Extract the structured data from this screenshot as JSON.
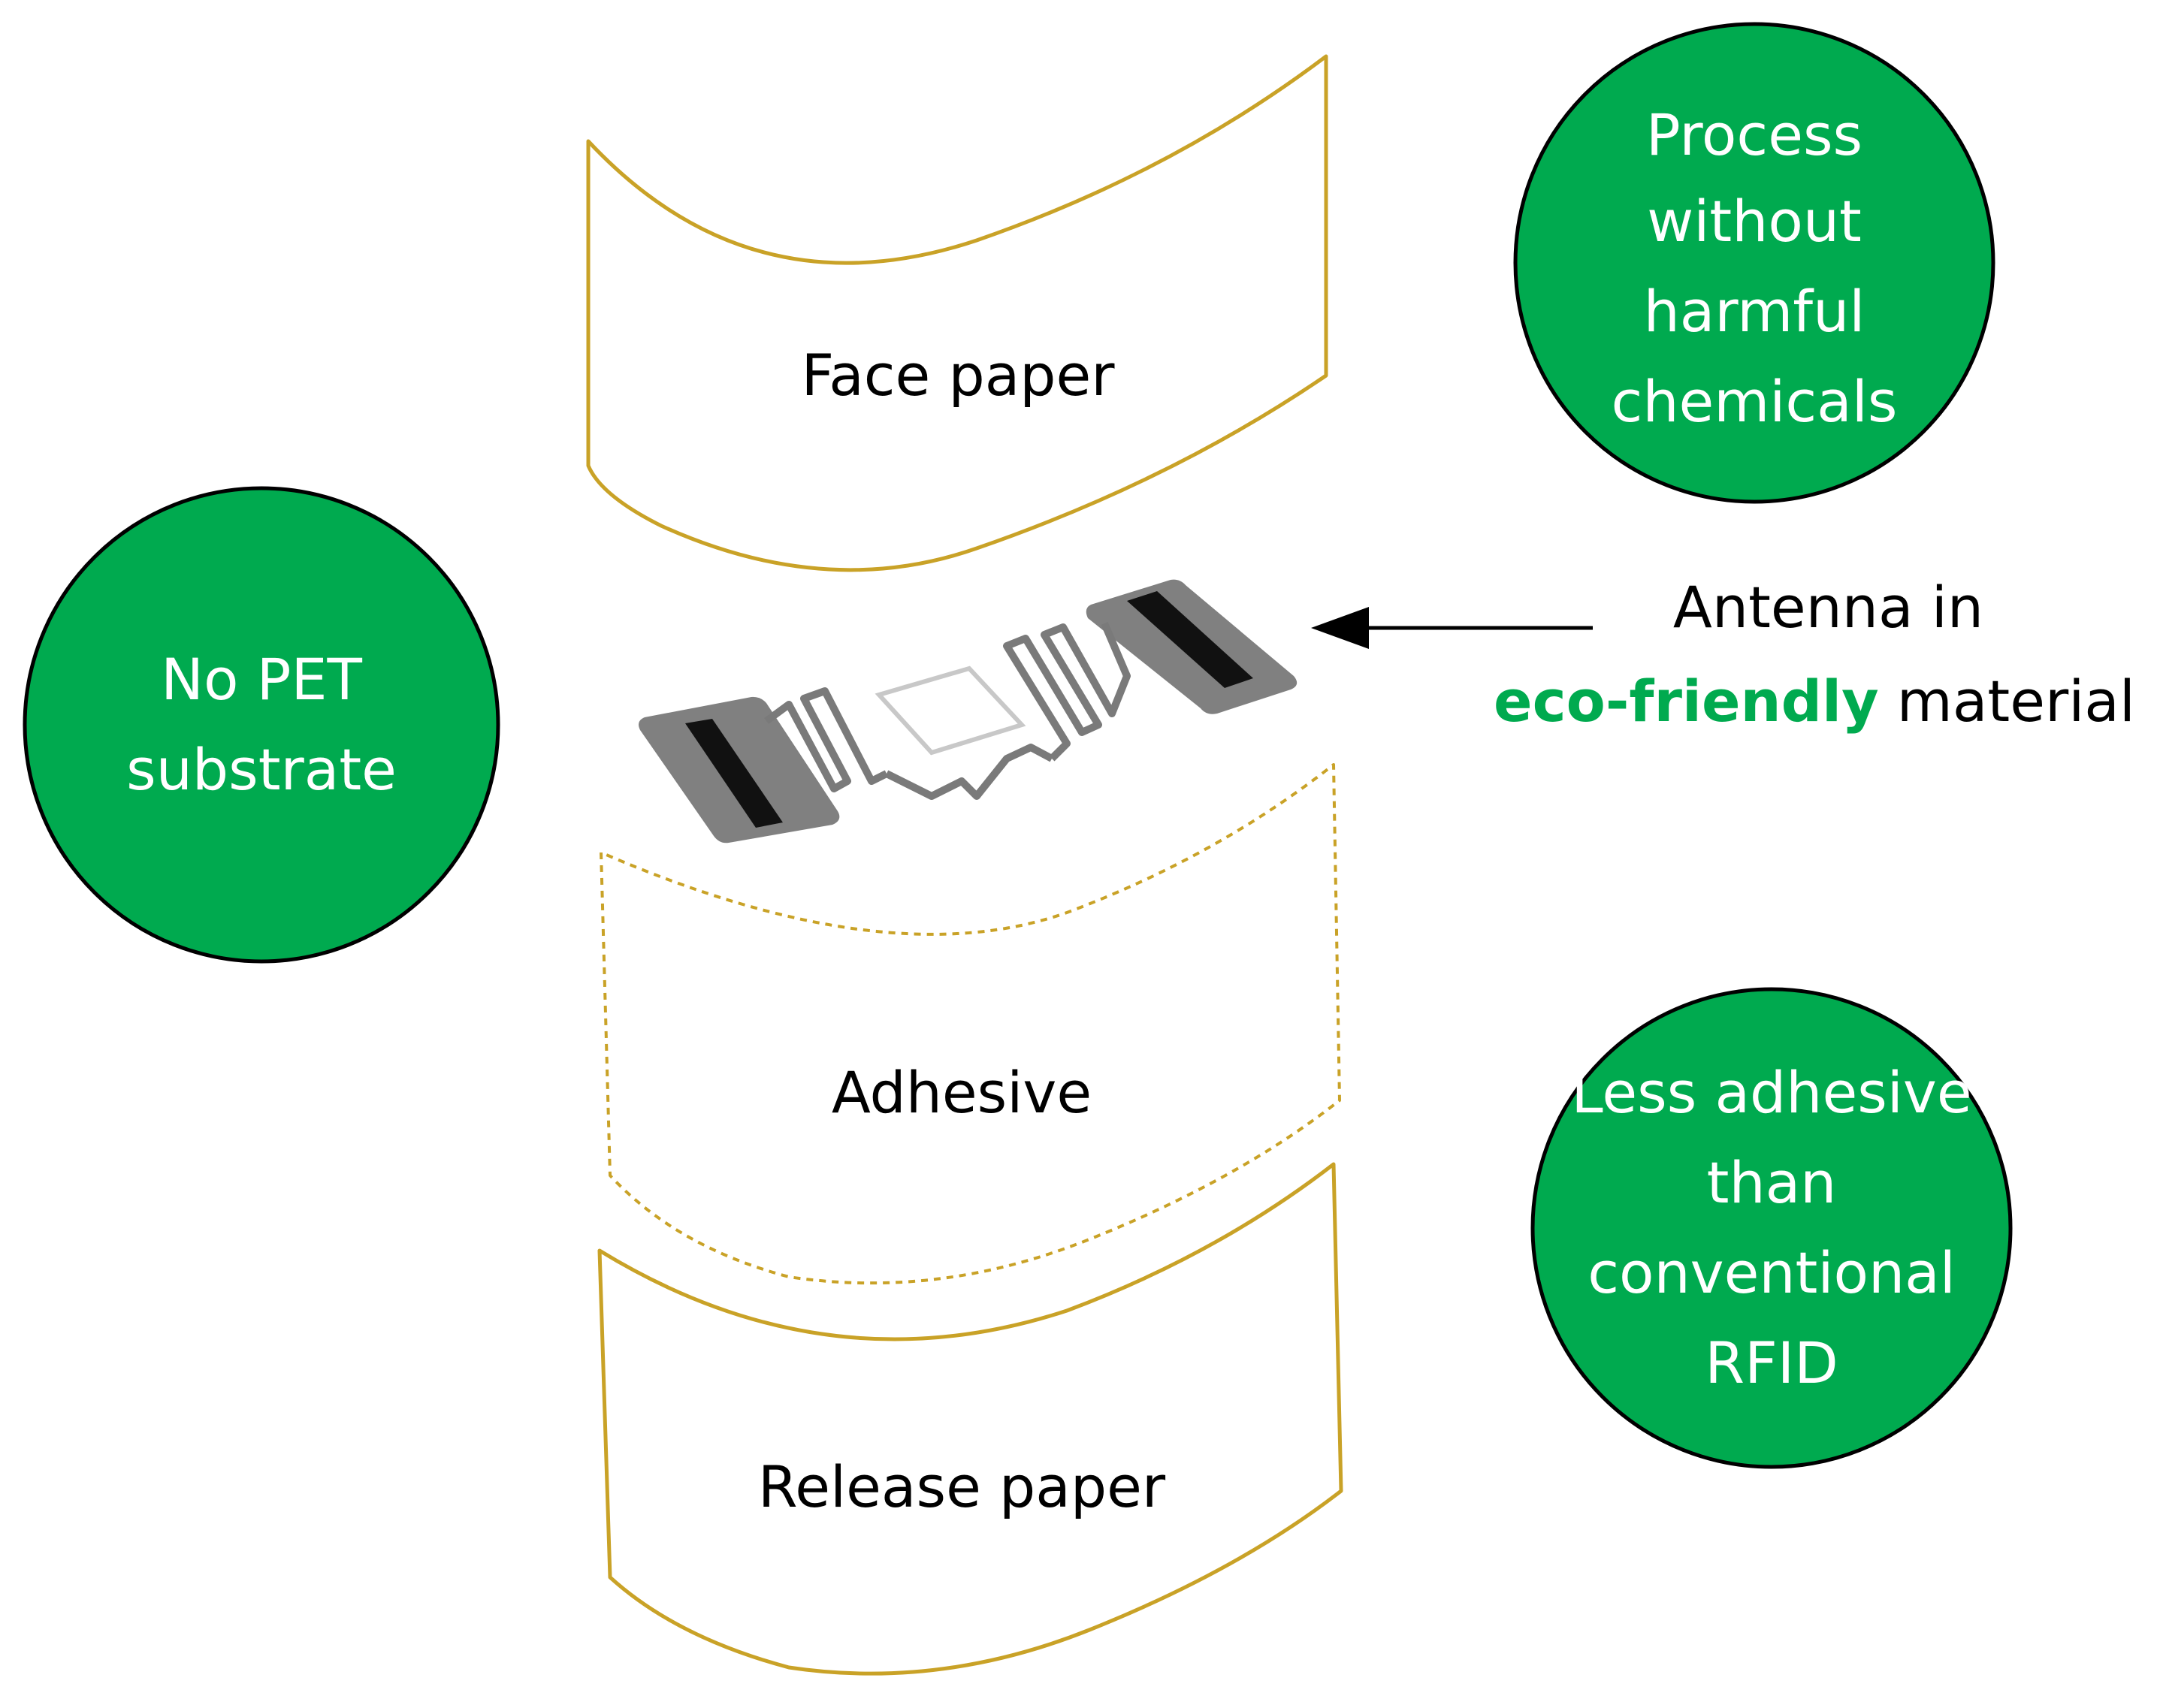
{
  "layers": {
    "face_paper": "Face paper",
    "adhesive": "Adhesive",
    "release_paper": "Release paper"
  },
  "circles": {
    "chemicals": [
      "Process",
      "without",
      "harmful",
      "chemicals"
    ],
    "pet": [
      "No PET",
      "substrate"
    ],
    "adhesive": [
      "Less adhesive",
      "than",
      "conventional",
      "RFID"
    ]
  },
  "antenna_note": {
    "line1": "Antenna in",
    "line2_highlight": "eco-friendly",
    "line2_rest": " material"
  },
  "icons": {
    "antenna": "rfid-antenna-icon",
    "arrow": "left-arrow-icon"
  },
  "colors": {
    "circle_fill": "#00aa4f",
    "layer_outline": "#c9a227",
    "highlight": "#00aa4f"
  }
}
